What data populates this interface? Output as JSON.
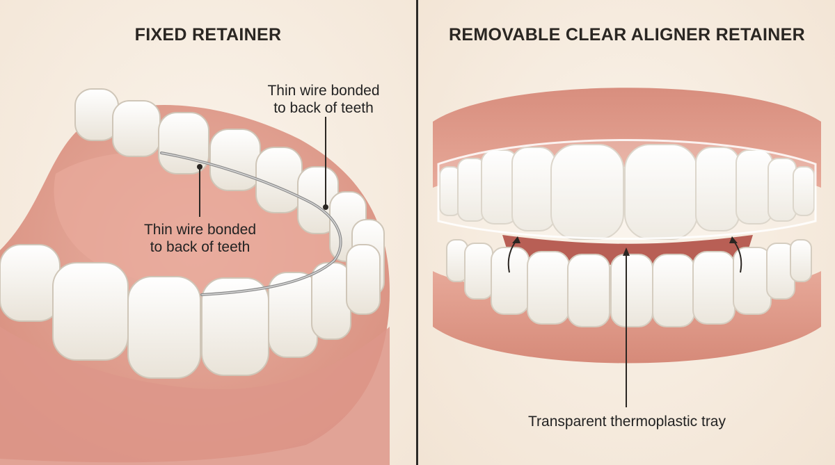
{
  "left_panel": {
    "title": "FIXED RETAINER",
    "callout_top": [
      "Thin wire bonded",
      "to back of teeth"
    ],
    "callout_mid": [
      "Thin wire bonded",
      "to back of teeth"
    ]
  },
  "right_panel": {
    "title": "REMOVABLE CLEAR ALIGNER RETAINER",
    "callout_bottom": "Transparent thermoplastic tray"
  },
  "colors": {
    "gum": "#e2a091",
    "gum_dark": "#c97a6a",
    "tooth": "#fbf9f4",
    "tooth_shade": "#e7e1d6",
    "wire": "#9a9a9a",
    "divider": "#2d2a27"
  }
}
